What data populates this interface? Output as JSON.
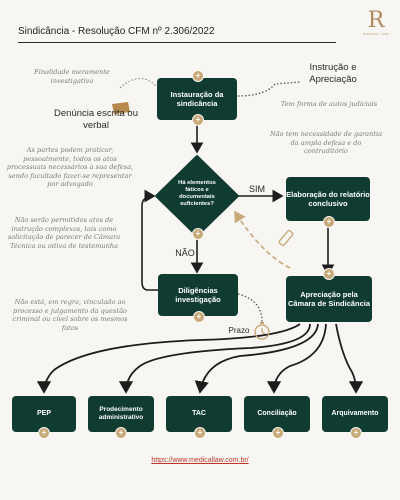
{
  "header": {
    "title": "Sindicância - Resolução CFM nº 2.306/2022",
    "logo_letter": "R",
    "logo_text": "RADICAL LAW"
  },
  "nodes": {
    "instauracao": "Instauração da sindicância",
    "decision": "Há elementos fáticos e documentais suficientes?",
    "elaboracao": "Elaboração do relatório conclusivo",
    "diligencias": "Diligências investigação",
    "apreciacao": "Apreciação pela Câmara de Sindicância",
    "pep": "PEP",
    "processo": "Prodecimento administrativo",
    "tac": "TAC",
    "conciliacao": "Conciliação",
    "arquivamento": "Arquivamento"
  },
  "labels": {
    "sim": "SIM",
    "nao": "NÃO",
    "prazo": "Prazo",
    "instrucao": "Instrução e Apreciação",
    "denuncia": "Denúncia escrita ou verbal"
  },
  "notes": {
    "finalidade": "Finalidade meramente investigativa",
    "partes": "As partes podem praticar, pessoalmente, todos os atos processuais necessários à sua defesa, sendo facultado fazer-se representar por advogado",
    "nao_permitidos": "Não serão permitidos atos de instrução complexos, tais como solicitação de parecer de Câmara Técnica ou oitiva de testemunha",
    "nao_vinculado": "Não está, em regra, vinculado ao processo e julgamento da questão criminal ou cível sobre os mesmos fatos",
    "forma_autos": "Tem forma de autos judiciais",
    "nao_necessidade": "Não tem necessidade de garantia da ampla defesa e do contraditório"
  },
  "footer": {
    "url": "https://www.medicallaw.com.br/"
  },
  "colors": {
    "box": "#0f3b30",
    "accent": "#c8a97a",
    "link": "#b8392b"
  },
  "icons": [
    "plus-badge-icon",
    "document-icon",
    "pen-icon",
    "stopwatch-icon"
  ]
}
